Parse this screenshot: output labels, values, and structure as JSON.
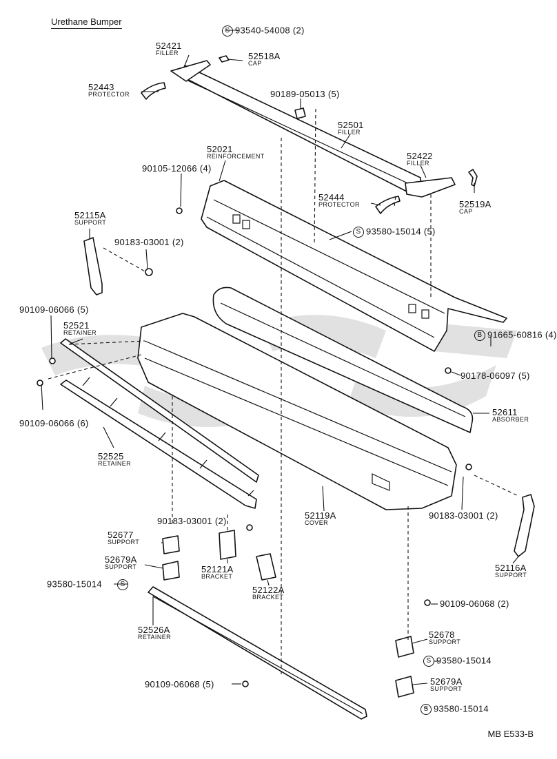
{
  "title": "Urethane Bumper",
  "diagram_code": "MB E533-B",
  "circle_marks": {
    "s": "S",
    "b": "B"
  },
  "parts": [
    {
      "id": "p93540",
      "number": "93540-54008 (2)",
      "sub": ""
    },
    {
      "id": "p52421",
      "number": "52421",
      "sub": "FILLER"
    },
    {
      "id": "p52518A",
      "number": "52518A",
      "sub": "CAP"
    },
    {
      "id": "p52443",
      "number": "52443",
      "sub": "PROTECTOR"
    },
    {
      "id": "p90189",
      "number": "90189-05013 (5)",
      "sub": ""
    },
    {
      "id": "p52501",
      "number": "52501",
      "sub": "FILLER"
    },
    {
      "id": "p52021",
      "number": "52021",
      "sub": "REINFORCEMENT"
    },
    {
      "id": "p52422",
      "number": "52422",
      "sub": "FILLER"
    },
    {
      "id": "p90105",
      "number": "90105-12066 (4)",
      "sub": ""
    },
    {
      "id": "p52519A",
      "number": "52519A",
      "sub": "CAP"
    },
    {
      "id": "p52444",
      "number": "52444",
      "sub": "PROTECTOR"
    },
    {
      "id": "p52115A",
      "number": "52115A",
      "sub": "SUPPORT"
    },
    {
      "id": "p93580a",
      "number": "93580-15014 (5)",
      "sub": ""
    },
    {
      "id": "p90183a",
      "number": "90183-03001 (2)",
      "sub": ""
    },
    {
      "id": "p90109a",
      "number": "90109-06066 (5)",
      "sub": ""
    },
    {
      "id": "p52521",
      "number": "52521",
      "sub": "RETAINER"
    },
    {
      "id": "p91665",
      "number": "91665-60816 (4)",
      "sub": ""
    },
    {
      "id": "p90178",
      "number": "90178-06097 (5)",
      "sub": ""
    },
    {
      "id": "p90109b",
      "number": "90109-06066 (6)",
      "sub": ""
    },
    {
      "id": "p52611",
      "number": "52611",
      "sub": "ABSORBER"
    },
    {
      "id": "p52525",
      "number": "52525",
      "sub": "RETAINER"
    },
    {
      "id": "p90183b",
      "number": "90183-03001 (2)",
      "sub": ""
    },
    {
      "id": "p52119A",
      "number": "52119A",
      "sub": "COVER"
    },
    {
      "id": "p90183c",
      "number": "90183-03001 (2)",
      "sub": ""
    },
    {
      "id": "p52677",
      "number": "52677",
      "sub": "SUPPORT"
    },
    {
      "id": "p52679A",
      "number": "52679A",
      "sub": "SUPPORT"
    },
    {
      "id": "p52121A",
      "number": "52121A",
      "sub": "BRACKET"
    },
    {
      "id": "p52116A",
      "number": "52116A",
      "sub": "SUPPORT"
    },
    {
      "id": "p93580b",
      "number": "93580-15014",
      "sub": ""
    },
    {
      "id": "p52122A",
      "number": "52122A",
      "sub": "BRACKET"
    },
    {
      "id": "p90109c",
      "number": "90109-06068 (2)",
      "sub": ""
    },
    {
      "id": "p52526A",
      "number": "52526A",
      "sub": "RETAINER"
    },
    {
      "id": "p52678",
      "number": "52678",
      "sub": "SUPPORT"
    },
    {
      "id": "p93580c",
      "number": "93580-15014",
      "sub": ""
    },
    {
      "id": "p90109d",
      "number": "90109-06068 (5)",
      "sub": ""
    },
    {
      "id": "p52679Ab",
      "number": "52679A",
      "sub": "SUPPORT"
    },
    {
      "id": "p93580d",
      "number": "93580-15014",
      "sub": ""
    }
  ]
}
